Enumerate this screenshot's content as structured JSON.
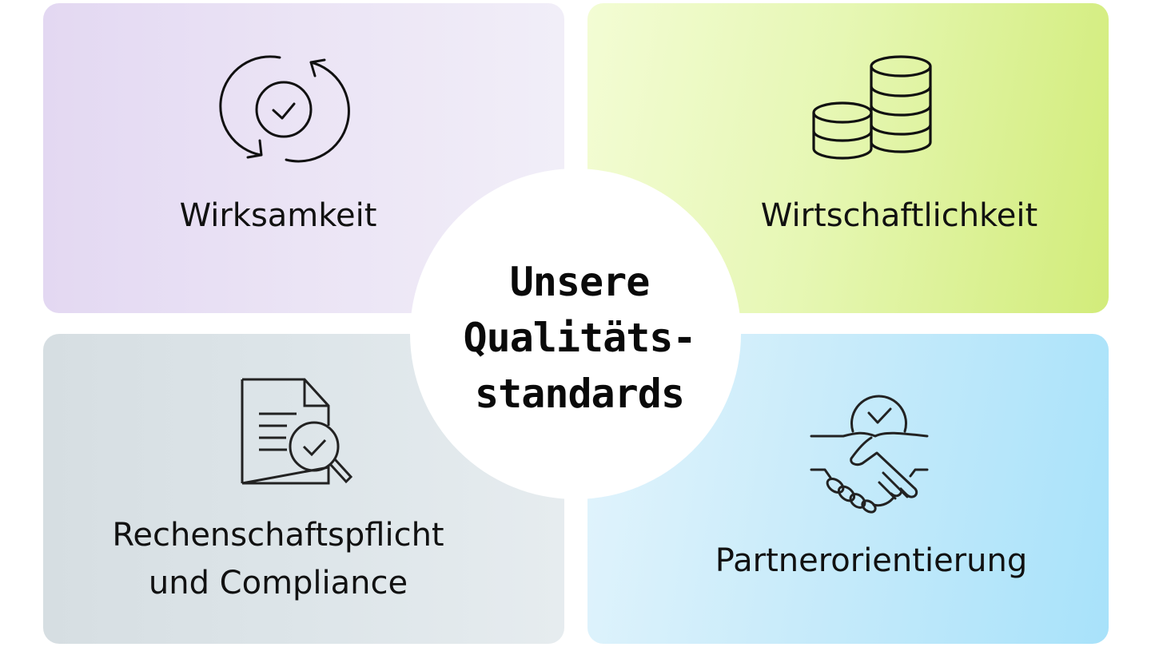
{
  "title": {
    "lines": [
      "Unsere",
      "Qualitäts-",
      "standards"
    ]
  },
  "quadrants": [
    {
      "position": "top-left",
      "label_lines": [
        "Wirksamkeit"
      ],
      "icon": "refresh-check-icon",
      "gradient": [
        "#e3d8f2",
        "#f1eef8"
      ]
    },
    {
      "position": "top-right",
      "label_lines": [
        "Wirtschaftlichkeit"
      ],
      "icon": "coins-stack-icon",
      "gradient": [
        "#f3fcd4",
        "#d2ec7a"
      ]
    },
    {
      "position": "bottom-left",
      "label_lines": [
        "Rechenschaftspflicht",
        "und Compliance"
      ],
      "icon": "document-search-check-icon",
      "gradient": [
        "#d6dee2",
        "#e6ecef"
      ]
    },
    {
      "position": "bottom-right",
      "label_lines": [
        "Partnerorientierung"
      ],
      "icon": "handshake-check-icon",
      "gradient": [
        "#e2f4fc",
        "#a8e2fa"
      ]
    }
  ],
  "colors": {
    "background": "#ffffff",
    "text": "#111111",
    "icon_stroke": "#111111"
  }
}
